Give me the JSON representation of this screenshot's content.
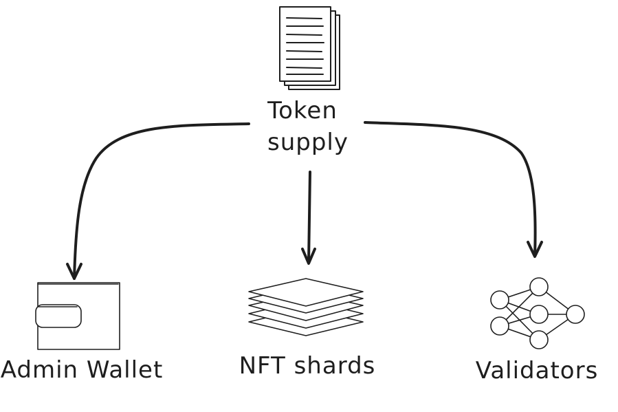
{
  "diagram": {
    "source": {
      "label_line1": "Token",
      "label_line2": "supply",
      "icon": "documents-stack-icon"
    },
    "targets": [
      {
        "label": "Admin Wallet",
        "icon": "wallet-icon"
      },
      {
        "label": "NFT shards",
        "icon": "layers-stack-icon"
      },
      {
        "label": "Validators",
        "icon": "neural-network-icon"
      }
    ],
    "stroke_color": "#1e1e1e",
    "background": "#ffffff"
  }
}
